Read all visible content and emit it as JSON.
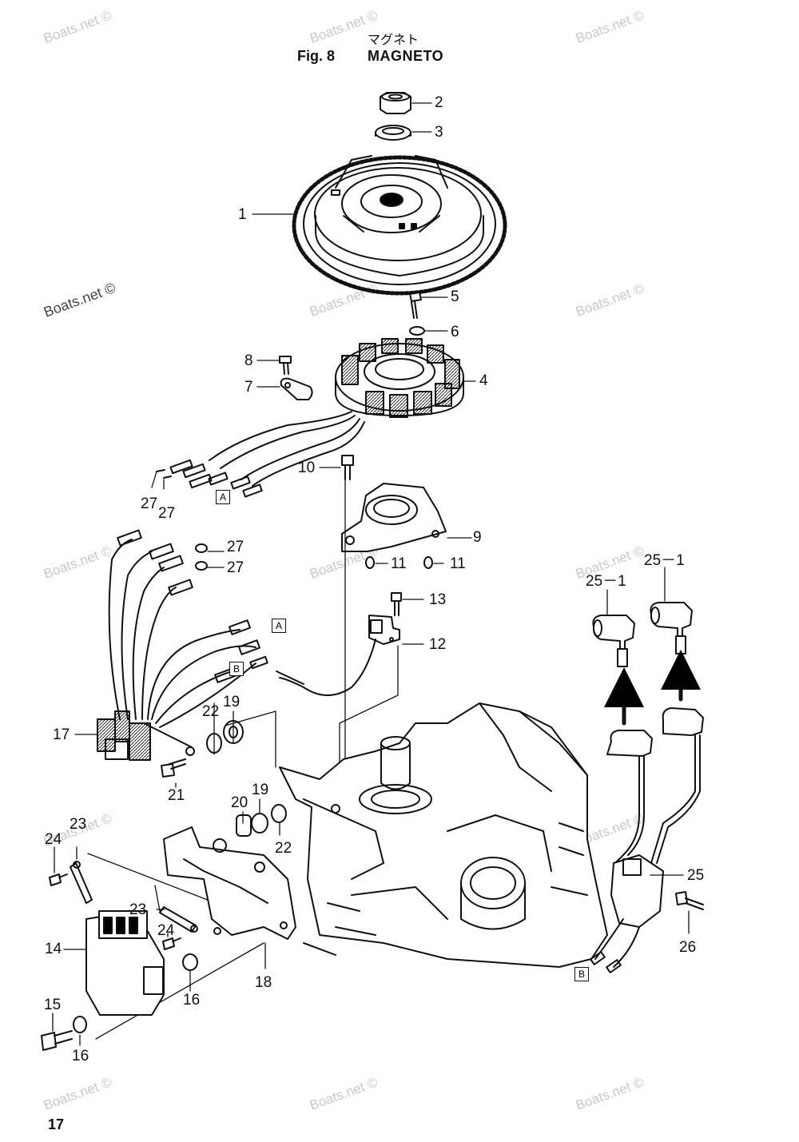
{
  "header": {
    "japanese_title": "マグネト",
    "figure_number": "Fig. 8",
    "title": "MAGNETO"
  },
  "page_number": "17",
  "watermark": "Boats.net ©",
  "callouts": {
    "c1": "1",
    "c2": "2",
    "c3": "3",
    "c4": "4",
    "c5": "5",
    "c6": "6",
    "c7": "7",
    "c8": "8",
    "c9": "9",
    "c10": "10",
    "c11a": "11",
    "c11b": "11",
    "c12": "12",
    "c13": "13",
    "c14": "14",
    "c15": "15",
    "c16a": "16",
    "c16b": "16",
    "c17": "17",
    "c18": "18",
    "c19a": "19",
    "c19b": "19",
    "c20": "20",
    "c21": "21",
    "c22a": "22",
    "c22b": "22",
    "c23a": "23",
    "c23b": "23",
    "c24a": "24",
    "c24b": "24",
    "c25": "25",
    "c25_1a": "25－1",
    "c25_1b": "25－1",
    "c26": "26",
    "c27a": "27",
    "c27b": "27",
    "c27c": "27",
    "c27d": "27"
  },
  "connector_refs": {
    "a1": "A",
    "a2": "A",
    "b1": "B",
    "b2": "B"
  }
}
